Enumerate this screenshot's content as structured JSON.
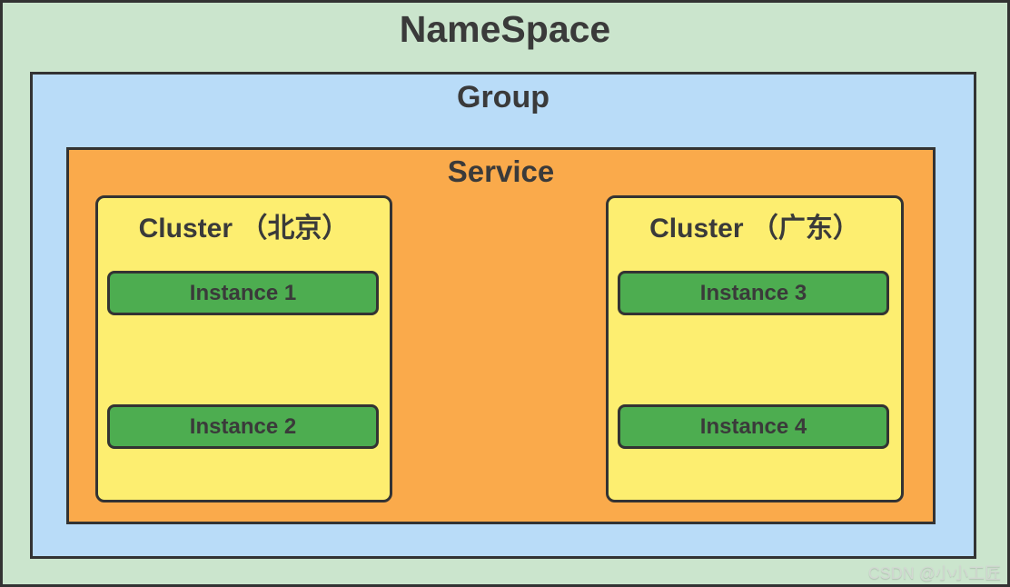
{
  "diagram": {
    "namespace_label": "NameSpace",
    "group_label": "Group",
    "service_label": "Service",
    "clusters": [
      {
        "title": "Cluster （北京）",
        "instances": [
          "Instance 1",
          "Instance 2"
        ]
      },
      {
        "title": "Cluster （广东）",
        "instances": [
          "Instance 3",
          "Instance 4"
        ]
      }
    ]
  },
  "watermark": "CSDN @小小工匠",
  "colors": {
    "namespace_bg": "#cbe5cd",
    "group_bg": "#b9dcf8",
    "service_bg": "#faaa4b",
    "cluster_bg": "#fdee70",
    "instance_bg": "#4dad50",
    "border": "#333333",
    "text": "#3a3a3a",
    "watermark_color": "#d2d8d2"
  }
}
